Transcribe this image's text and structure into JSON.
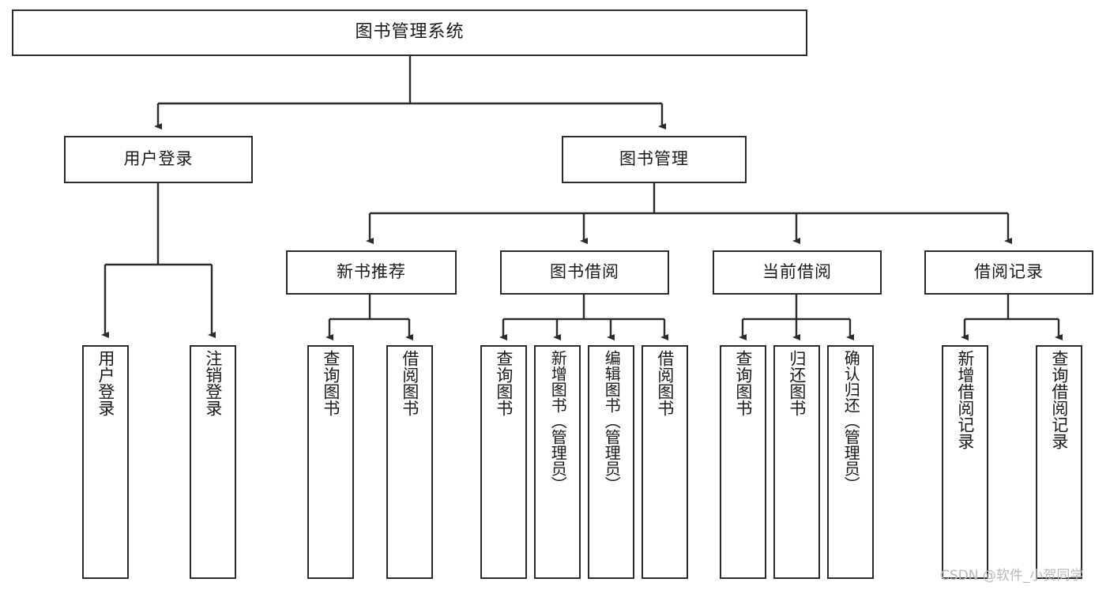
{
  "diagram": {
    "title": "图书管理系统",
    "watermark": "CSDN @软件_小贺同学",
    "colors": {
      "border": "#2b2b2b",
      "fill": "#ffffff",
      "text": "#1a1a1a",
      "connector": "#2b2b2b",
      "watermark": "#b9b9b9"
    },
    "root": {
      "label": "图书管理系统"
    },
    "level2": [
      {
        "label": "用户登录"
      },
      {
        "label": "图书管理"
      }
    ],
    "level3": [
      {
        "label": "新书推荐"
      },
      {
        "label": "图书借阅"
      },
      {
        "label": "当前借阅"
      },
      {
        "label": "借阅记录"
      }
    ],
    "leaves": {
      "user_login": [
        {
          "label": "用户登录"
        },
        {
          "label": "注销登录"
        }
      ],
      "new_book": [
        {
          "label": "查询图书"
        },
        {
          "label": "借阅图书"
        }
      ],
      "book_borrow": [
        {
          "label": "查询图书"
        },
        {
          "label": "新增图书（管理员）"
        },
        {
          "label": "编辑图书（管理员）"
        },
        {
          "label": "借阅图书"
        }
      ],
      "current_borrow": [
        {
          "label": "查询图书"
        },
        {
          "label": "归还图书"
        },
        {
          "label": "确认归还（管理员）"
        }
      ],
      "borrow_record": [
        {
          "label": "新增借阅记录"
        },
        {
          "label": "查询借阅记录"
        }
      ]
    }
  }
}
